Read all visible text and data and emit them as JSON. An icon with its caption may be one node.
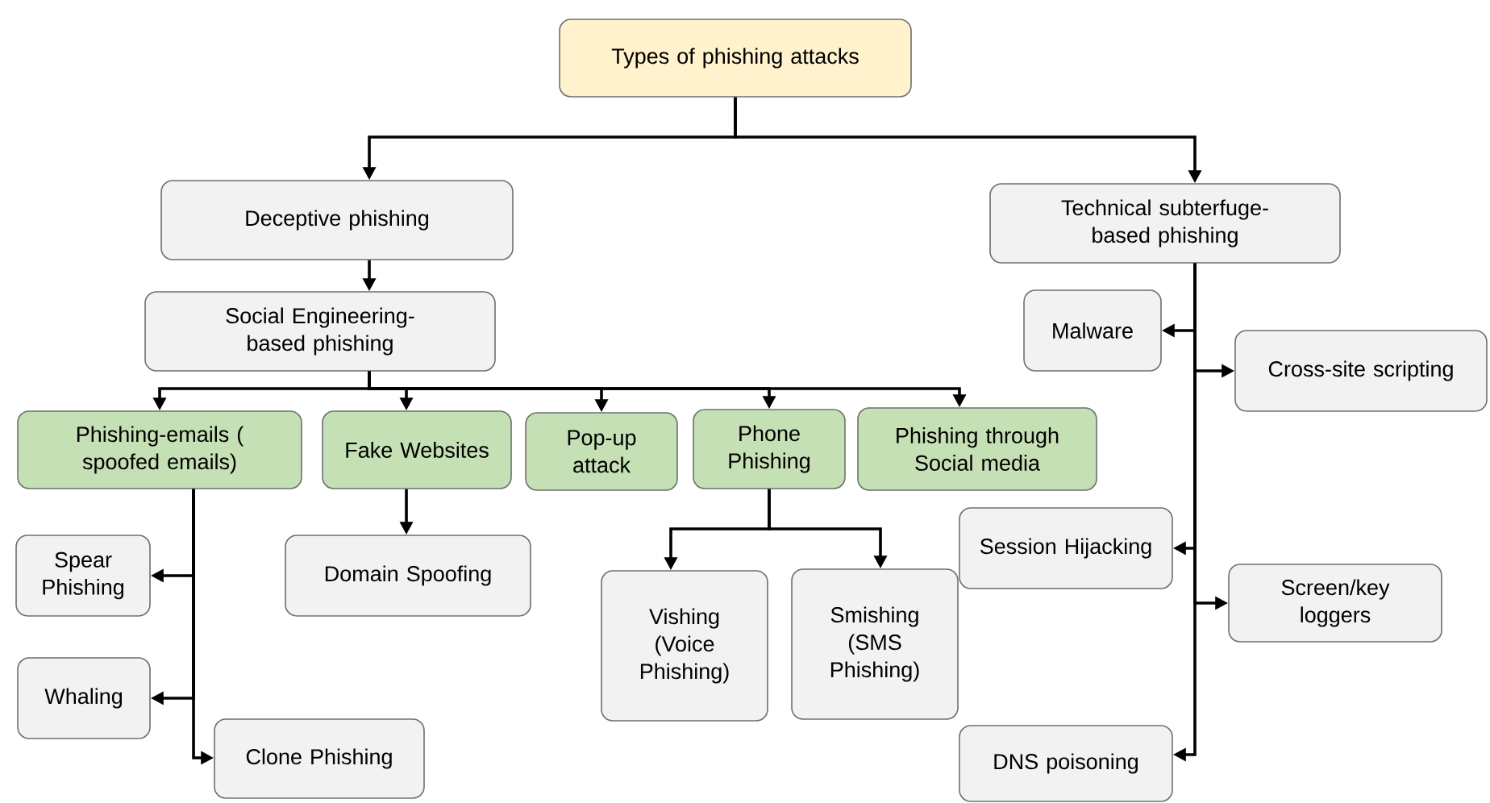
{
  "diagram": {
    "nodes": [
      {
        "text": [
          "Types of phishing attacks"
        ]
      },
      {
        "text": [
          "Deceptive phishing"
        ]
      },
      {
        "text": [
          "Technical subterfuge-based phishing"
        ]
      },
      {
        "text": [
          "Social Engineering-based phishing"
        ]
      },
      {
        "text": [
          "Phishing-emails ( spoofed emails)"
        ]
      },
      {
        "text": [
          "Fake Websites"
        ]
      },
      {
        "text": [
          "Pop-up attack"
        ]
      },
      {
        "text": [
          "Phone Phishing"
        ]
      },
      {
        "text": [
          "Phishing through Social media"
        ]
      },
      {
        "text": [
          "Malware"
        ]
      },
      {
        "text": [
          "Cross-site scripting"
        ]
      },
      {
        "text": [
          "Spear Phishing"
        ]
      },
      {
        "text": [
          "Domain Spoofing"
        ]
      },
      {
        "text": [
          "Session Hijacking"
        ]
      },
      {
        "text": [
          "Vishing (Voice Phishing)"
        ]
      },
      {
        "text": [
          "Smishing (SMS Phishing)"
        ]
      },
      {
        "text": [
          "Screen/key loggers"
        ]
      },
      {
        "text": [
          "Whaling"
        ]
      },
      {
        "text": [
          "Clone Phishing"
        ]
      },
      {
        "text": [
          "DNS poisoning"
        ]
      }
    ],
    "edges": [
      {
        "from": 0,
        "to": 1,
        "arrow": "to"
      },
      {
        "from": 0,
        "to": 2,
        "arrow": "to"
      },
      {
        "from": 1,
        "to": 3,
        "arrow": "to"
      },
      {
        "from": 3,
        "to": 4,
        "arrow": "to"
      },
      {
        "from": 3,
        "to": 5,
        "arrow": "to"
      },
      {
        "from": 3,
        "to": 6,
        "arrow": "to"
      },
      {
        "from": 3,
        "to": 7,
        "arrow": "to"
      },
      {
        "from": 3,
        "to": 8,
        "arrow": "to"
      },
      {
        "from": 4,
        "to": 11,
        "arrow": "to"
      },
      {
        "from": 4,
        "to": 17,
        "arrow": "to"
      },
      {
        "from": 4,
        "to": 18,
        "arrow": "to"
      },
      {
        "from": 5,
        "to": 12,
        "arrow": "to"
      },
      {
        "from": 7,
        "to": 14,
        "arrow": "to"
      },
      {
        "from": 7,
        "to": 15,
        "arrow": "to"
      },
      {
        "from": 2,
        "to": 9,
        "arrow": "to"
      },
      {
        "from": 2,
        "to": 10,
        "arrow": "to"
      },
      {
        "from": 2,
        "to": 13,
        "arrow": "to"
      },
      {
        "from": 2,
        "to": 16,
        "arrow": "to"
      },
      {
        "from": 2,
        "to": 19,
        "arrow": "to"
      }
    ]
  }
}
